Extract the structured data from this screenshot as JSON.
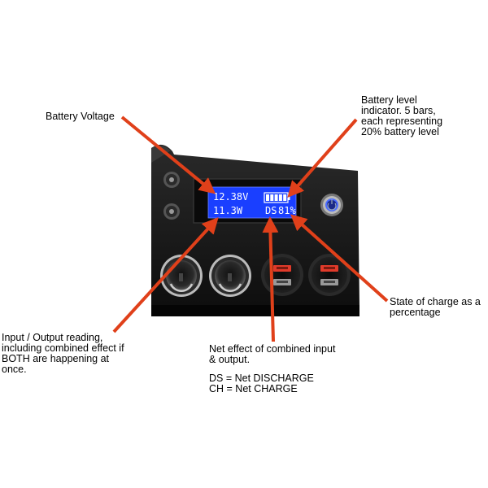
{
  "annotations": {
    "battery_voltage": "Battery Voltage",
    "battery_level": "Battery level\nindicator.  5 bars,\neach representing\n20% battery level",
    "state_of_charge": "State of charge as a\npercentage",
    "input_output": "Input / Output reading,\nincluding combined effect if\nBOTH are happening at\nonce.",
    "net_effect": "Net effect of combined input\n& output.",
    "legend": "DS = Net DISCHARGE\nCH = Net CHARGE"
  },
  "display": {
    "voltage": "12.38V",
    "power": "11.3W",
    "status": "DS",
    "percent": "81%",
    "battery_bars": 5
  },
  "colors": {
    "arrow": "#e0401a",
    "lcd_bg": "#1a3fff",
    "panel": "#1a1a1a",
    "usb_port": "#e03a2a"
  }
}
